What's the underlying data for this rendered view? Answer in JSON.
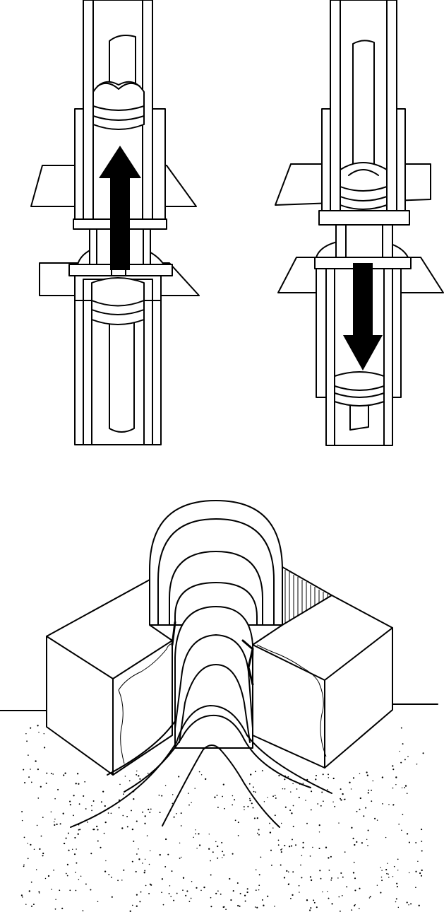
{
  "figure": {
    "panels": [
      {
        "id": "stroke-up",
        "arrow_direction": "up"
      },
      {
        "id": "stroke-down",
        "arrow_direction": "down"
      },
      {
        "id": "cross-section"
      }
    ],
    "colors": {
      "line": "#000000",
      "fill": "#ffffff",
      "arrow": "#000000"
    },
    "has_text": false
  }
}
